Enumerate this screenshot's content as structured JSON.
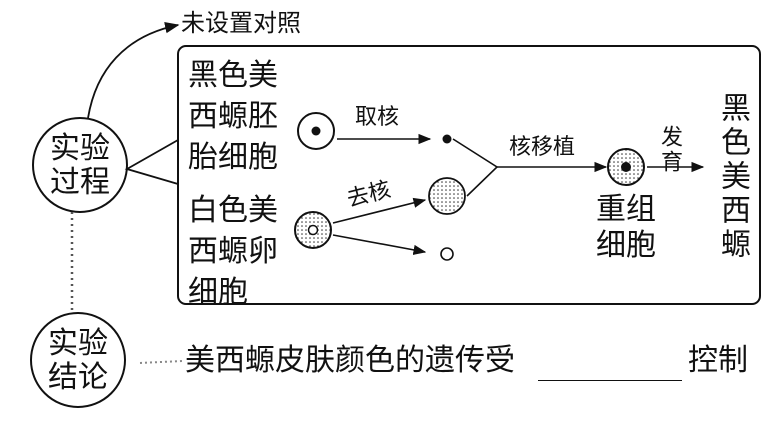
{
  "no_control_label": "未设置对照",
  "process": {
    "label": "实验过程",
    "black_source": "黑色美西螈胚胎细胞",
    "white_source": "白色美西螈卵细胞",
    "take_nucleus": "取核",
    "remove_nucleus": "去核",
    "transplant": "核移植",
    "recombined_cell": "重组细胞",
    "develop": "发育",
    "result": "黑色美西螈"
  },
  "conclusion": {
    "label": "实验结论",
    "text_before": "美西螈皮肤颜色的遗传受",
    "blank": "",
    "text_after": "控制"
  }
}
